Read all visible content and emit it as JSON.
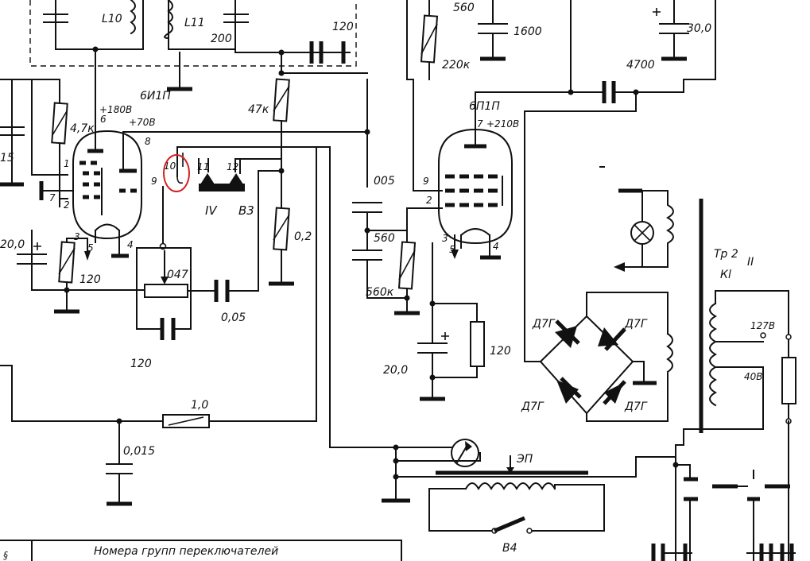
{
  "tubes": {
    "v1_type": "6И1П",
    "v2_type": "6П1П"
  },
  "voltages": {
    "v1_plate1": "+180В",
    "v1_plate2": "+70В",
    "v2_plate": "+210В",
    "tap_127": "127В",
    "tap_40": "40В"
  },
  "pins": {
    "v1": [
      "1",
      "2",
      "3",
      "4",
      "5",
      "6",
      "7",
      "8",
      "9"
    ],
    "v2": [
      "9",
      "2",
      "3",
      "5",
      "4",
      "7"
    ],
    "switch": [
      "10",
      "11",
      "12"
    ]
  },
  "components": {
    "L10": "L10",
    "L11": "L11",
    "c200": "200",
    "c120_top": "120",
    "r560_top": "560",
    "c1600": "1600",
    "c30": "30,0",
    "r220k": "220к",
    "c4700": "4700",
    "r47k_left": "4,7к",
    "r47k_mid": "47к",
    "c15": "15",
    "c20_left": "20,0",
    "r120_left": "120",
    "r02": "0,2",
    "pot047": "047",
    "c005_a": "0,05",
    "c120_mid": "120",
    "c005_b": "005",
    "r560": "560",
    "r560k": "560к",
    "c20_right": "20,0",
    "r120_right": "120",
    "r10": "1,0",
    "c0015": "0,015",
    "diode": "Д7Г",
    "tr": "Тр 2",
    "kl": "Кl",
    "winding_II": "II",
    "switch_IV": "IV",
    "switch_B3": "В3",
    "switch_B4": "В4",
    "ep": "ЭП"
  },
  "table": {
    "header": "Номера групп переключателей",
    "corner": "§"
  },
  "annotation": {
    "color": "#d42020"
  }
}
